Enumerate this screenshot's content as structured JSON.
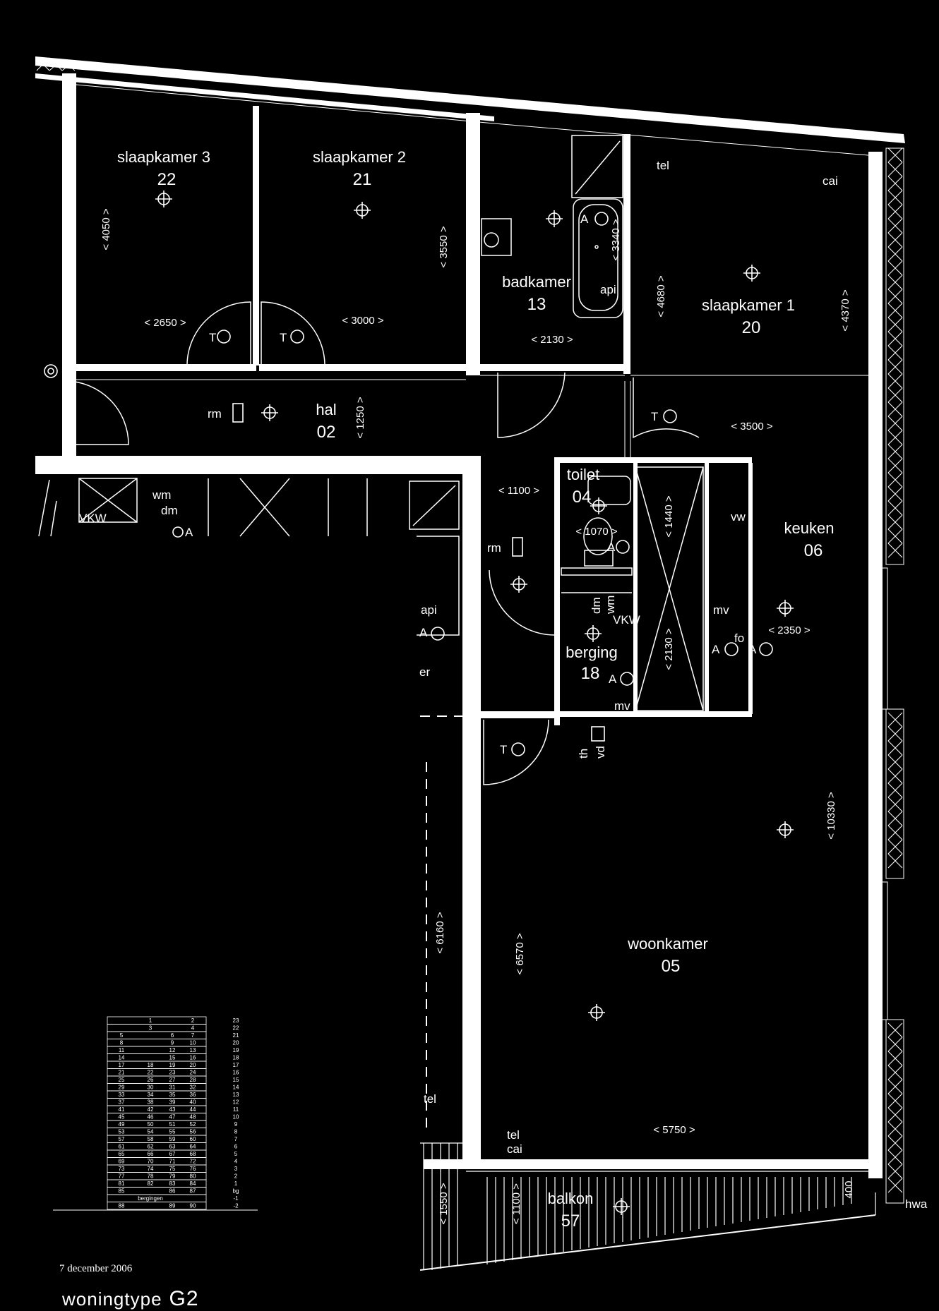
{
  "rooms": {
    "slaapkamer3": {
      "name": "slaapkamer 3",
      "num": "22"
    },
    "slaapkamer2": {
      "name": "slaapkamer 2",
      "num": "21"
    },
    "badkamer": {
      "name": "badkamer",
      "num": "13"
    },
    "slaapkamer1": {
      "name": "slaapkamer 1",
      "num": "20"
    },
    "hal": {
      "name": "hal",
      "num": "02"
    },
    "toilet": {
      "name": "toilet",
      "num": "04"
    },
    "keuken": {
      "name": "keuken",
      "num": "06"
    },
    "berging": {
      "name": "berging",
      "num": "18"
    },
    "woonkamer": {
      "name": "woonkamer",
      "num": "05"
    },
    "balkon": {
      "name": "balkon",
      "num": "57"
    }
  },
  "dimensions": {
    "d4050": "< 4050 >",
    "d3550": "< 3550 >",
    "d3340": "< 3340 >",
    "d4680": "< 4680 >",
    "d4370": "< 4370 >",
    "d2650": "< 2650 >",
    "d3000": "< 3000 >",
    "d2130a": "< 2130 >",
    "d1250": "< 1250 >",
    "d3500": "< 3500 >",
    "d1100a": "< 1100 >",
    "d1070": "< 1070 >",
    "d1440": "< 1440 >",
    "d2350": "< 2350 >",
    "d2130b": "< 2130 >",
    "d10330": "< 10330 >",
    "d6160": "< 6160 >",
    "d6570": "< 6570 >",
    "d5750": "< 5750 >",
    "d1550": "< 1550 >",
    "d1100b": "< 1100 >",
    "d400": "400"
  },
  "symbols": {
    "tel": "tel",
    "cai": "cai",
    "rm": "rm",
    "T": "T",
    "A": "A",
    "vw": "vw",
    "mv": "mv",
    "fo": "fo",
    "wm": "wm",
    "dm": "dm",
    "vkw": "VKW",
    "vkw2": "VKW",
    "api": "api",
    "th": "th",
    "vd": "vd",
    "hwa": "hwa",
    "er": "er",
    "dm2": "dm",
    "wm2": "wm"
  },
  "stack_table": {
    "rows": [
      [
        "",
        "1",
        "",
        "2",
        "23"
      ],
      [
        "",
        "3",
        "",
        "4",
        "22"
      ],
      [
        "5",
        "",
        "6",
        "7",
        "21"
      ],
      [
        "8",
        "",
        "9",
        "10",
        "20"
      ],
      [
        "11",
        "",
        "12",
        "13",
        "19"
      ],
      [
        "14",
        "",
        "15",
        "16",
        "18"
      ],
      [
        "17",
        "18",
        "19",
        "20",
        "17"
      ],
      [
        "21",
        "22",
        "23",
        "24",
        "16"
      ],
      [
        "25",
        "26",
        "27",
        "28",
        "15"
      ],
      [
        "29",
        "30",
        "31",
        "32",
        "14"
      ],
      [
        "33",
        "34",
        "35",
        "36",
        "13"
      ],
      [
        "37",
        "38",
        "39",
        "40",
        "12"
      ],
      [
        "41",
        "42",
        "43",
        "44",
        "11"
      ],
      [
        "45",
        "46",
        "47",
        "48",
        "10"
      ],
      [
        "49",
        "50",
        "51",
        "52",
        "9"
      ],
      [
        "53",
        "54",
        "55",
        "56",
        "8"
      ],
      [
        "57",
        "58",
        "59",
        "60",
        "7"
      ],
      [
        "61",
        "62",
        "63",
        "64",
        "6"
      ],
      [
        "65",
        "66",
        "67",
        "68",
        "5"
      ],
      [
        "69",
        "70",
        "71",
        "72",
        "4"
      ],
      [
        "73",
        "74",
        "75",
        "76",
        "3"
      ],
      [
        "77",
        "78",
        "79",
        "80",
        "2"
      ],
      [
        "81",
        "82",
        "83",
        "84",
        "1"
      ],
      [
        "85",
        "",
        "86",
        "87",
        "bg"
      ],
      [
        "",
        "bergingen",
        "",
        "",
        "-1"
      ],
      [
        "88",
        "",
        "89",
        "90",
        "-2"
      ]
    ]
  },
  "footer": {
    "date": "7 december 2006",
    "type_label": "woningtype",
    "type_code": "G2"
  }
}
